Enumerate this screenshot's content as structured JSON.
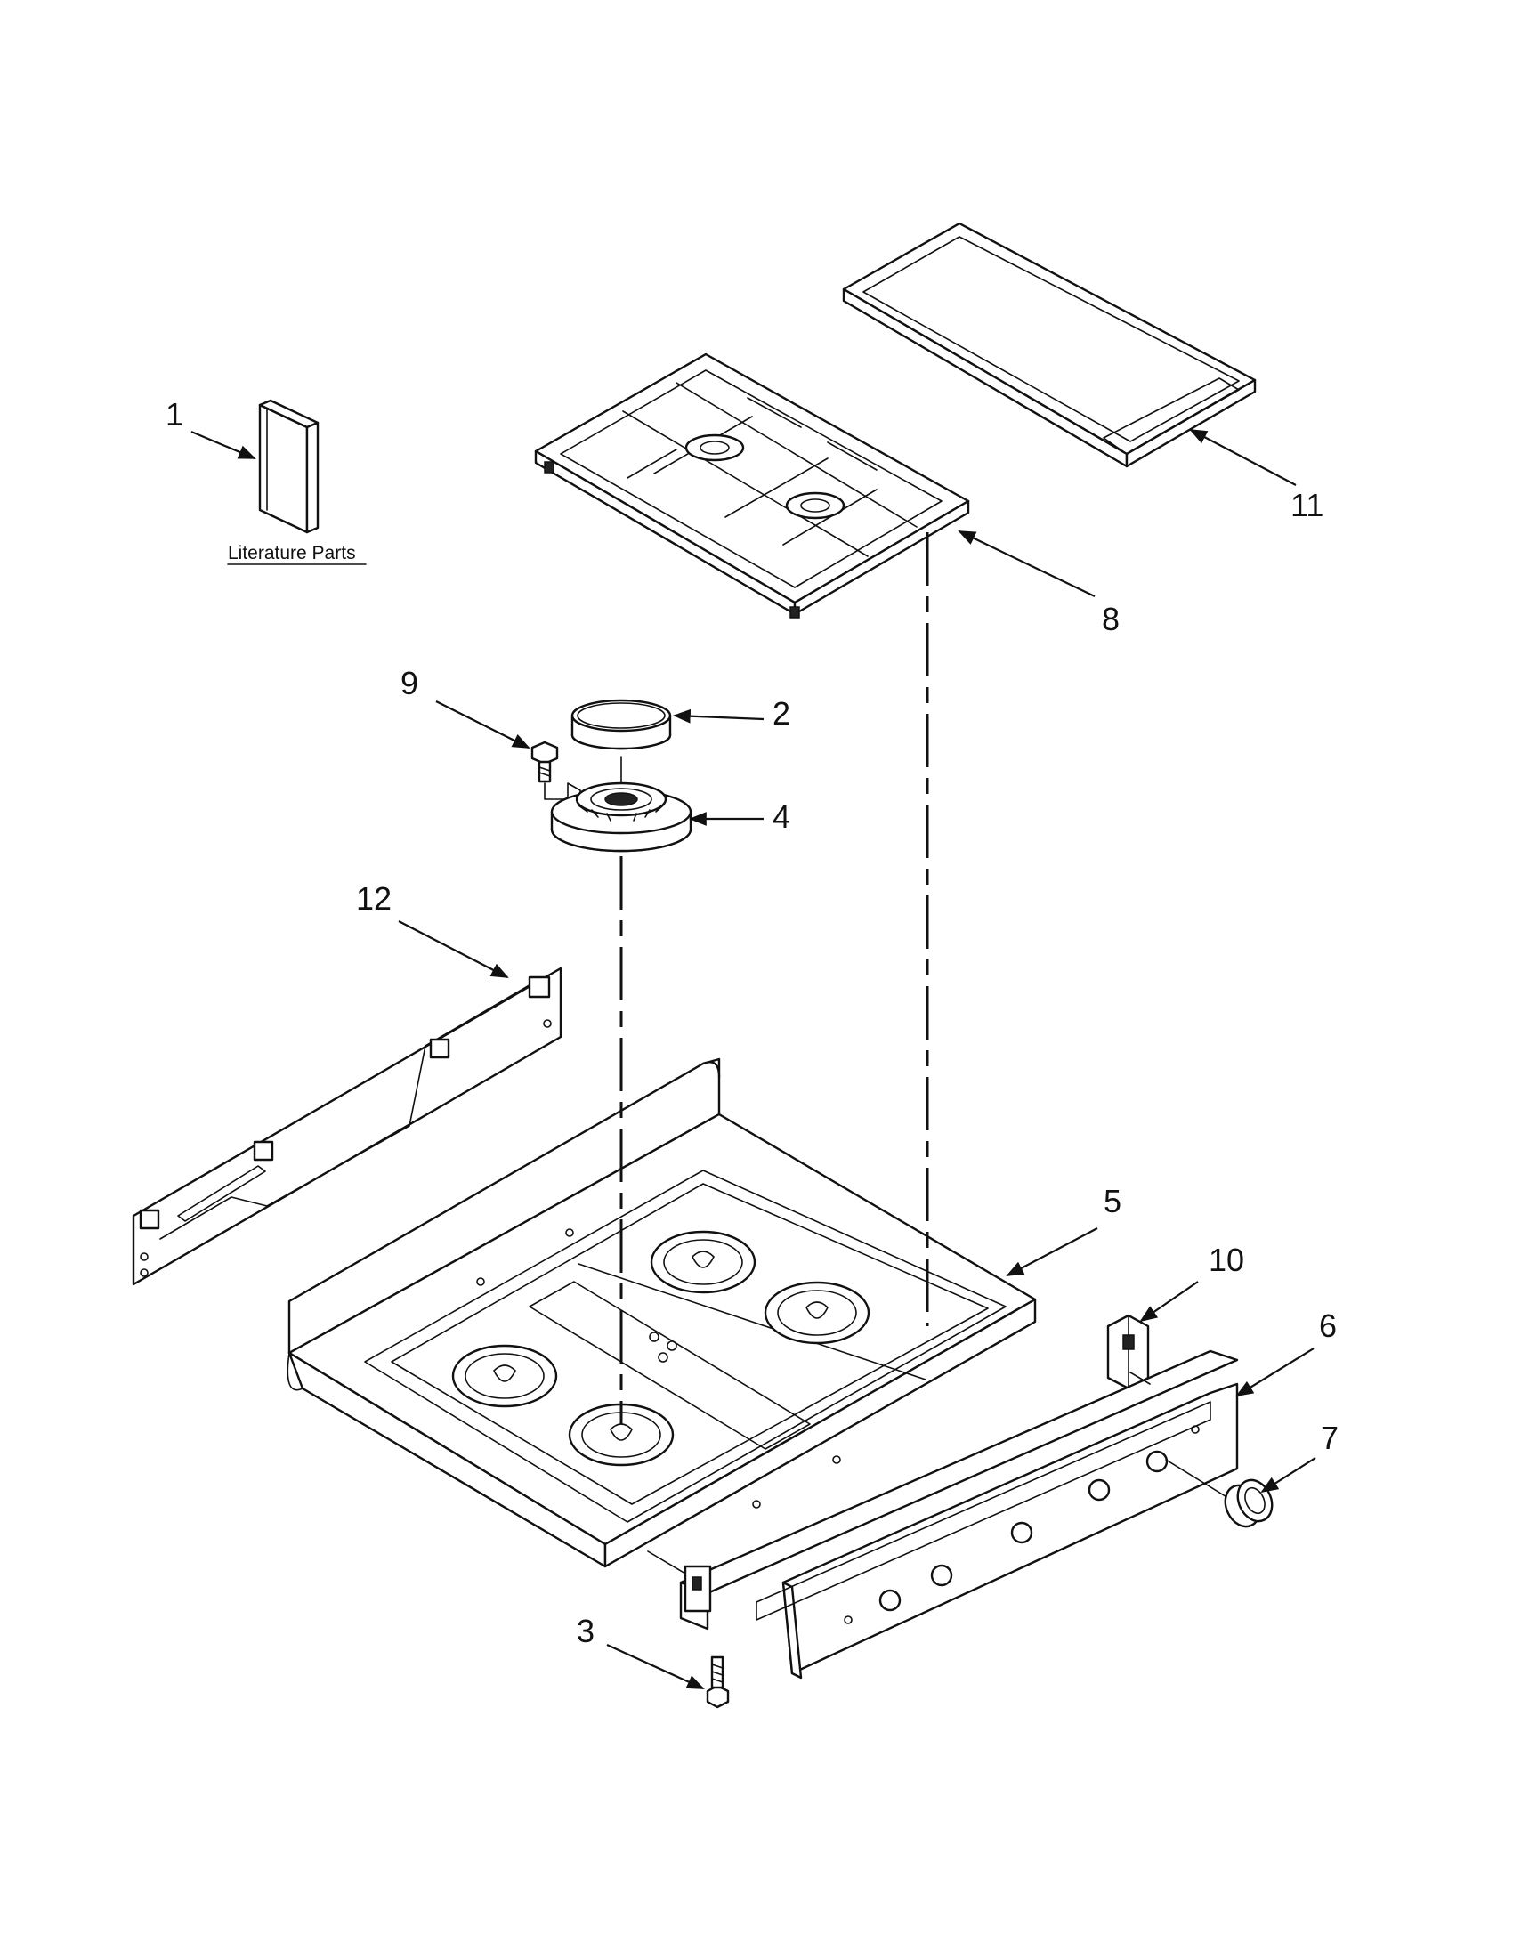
{
  "callouts": {
    "c1": "1",
    "c2": "2",
    "c3": "3",
    "c4": "4",
    "c5": "5",
    "c6": "6",
    "c7": "7",
    "c8": "8",
    "c9": "9",
    "c10": "10",
    "c11": "11",
    "c12": "12"
  },
  "literature_label": "Literature Parts",
  "colors": {
    "line": "#111111",
    "background": "#ffffff"
  }
}
